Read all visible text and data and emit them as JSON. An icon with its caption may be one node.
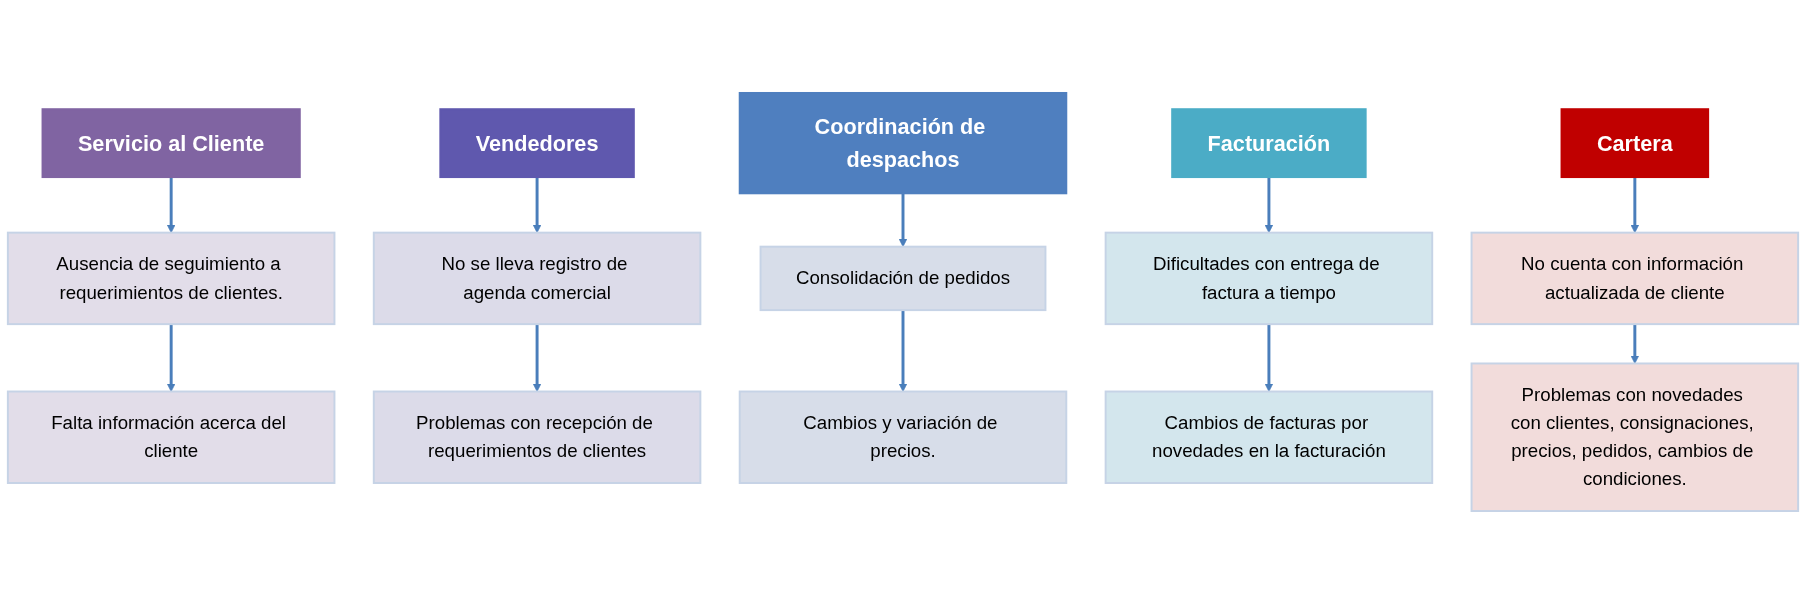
{
  "diagram": {
    "nodes": [
      {
        "text": [
          "Servicio al Cliente"
        ]
      },
      {
        "text": [
          "Ausencia de seguimiento a requerimientos de clientes."
        ]
      },
      {
        "text": [
          "Falta información acerca del cliente"
        ]
      },
      {
        "text": [
          "Vendedores"
        ]
      },
      {
        "text": [
          "No se lleva registro de agenda comercial"
        ]
      },
      {
        "text": [
          "Problemas con recepción de requerimientos de clientes"
        ]
      },
      {
        "text": [
          "Coordinación de despachos"
        ]
      },
      {
        "text": [
          "Consolidación de pedidos"
        ]
      },
      {
        "text": [
          "Cambios y variación de precios."
        ]
      },
      {
        "text": [
          "Facturación"
        ]
      },
      {
        "text": [
          "Dificultades con entrega de factura a tiempo"
        ]
      },
      {
        "text": [
          "Cambios de facturas por novedades en la facturación"
        ]
      },
      {
        "text": [
          "Cartera"
        ]
      },
      {
        "text": [
          "No cuenta con información actualizada de cliente"
        ]
      },
      {
        "text": [
          "Problemas con novedades con clientes, consignaciones, precios, pedidos, cambios de condiciones."
        ]
      }
    ],
    "edges": [
      {
        "from": 0,
        "to": 1,
        "arrow": "to"
      },
      {
        "from": 1,
        "to": 2,
        "arrow": "to"
      },
      {
        "from": 3,
        "to": 4,
        "arrow": "to"
      },
      {
        "from": 4,
        "to": 5,
        "arrow": "to"
      },
      {
        "from": 6,
        "to": 7,
        "arrow": "to"
      },
      {
        "from": 7,
        "to": 8,
        "arrow": "to"
      },
      {
        "from": 9,
        "to": 10,
        "arrow": "to"
      },
      {
        "from": 10,
        "to": 11,
        "arrow": "to"
      },
      {
        "from": 12,
        "to": 13,
        "arrow": "to"
      },
      {
        "from": 13,
        "to": 14,
        "arrow": "to"
      }
    ]
  }
}
